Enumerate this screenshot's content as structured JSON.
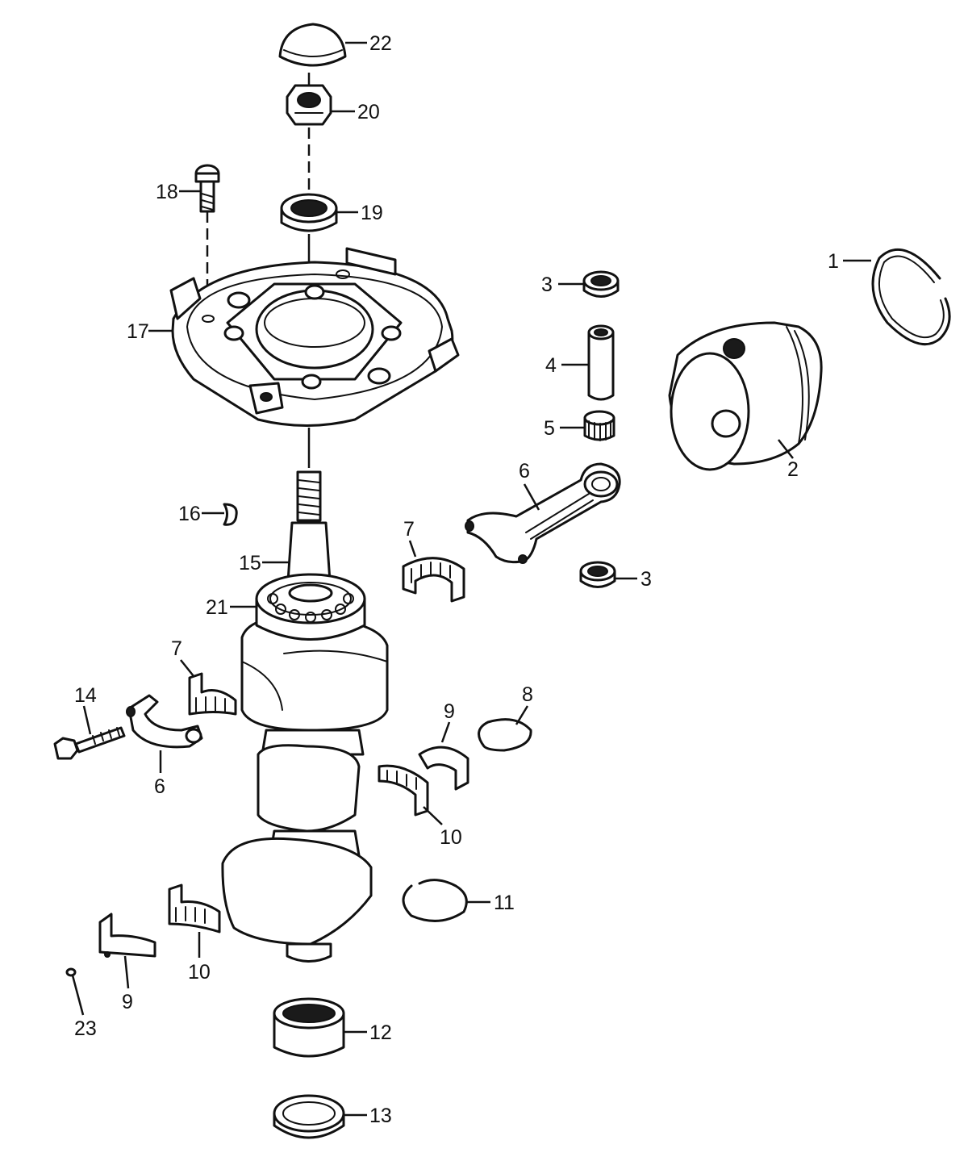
{
  "callouts": [
    {
      "id": "c1",
      "label": "1"
    },
    {
      "id": "c2",
      "label": "2"
    },
    {
      "id": "c3a",
      "label": "3"
    },
    {
      "id": "c3b",
      "label": "3"
    },
    {
      "id": "c4",
      "label": "4"
    },
    {
      "id": "c5",
      "label": "5"
    },
    {
      "id": "c6a",
      "label": "6"
    },
    {
      "id": "c6b",
      "label": "6"
    },
    {
      "id": "c7a",
      "label": "7"
    },
    {
      "id": "c7b",
      "label": "7"
    },
    {
      "id": "c8",
      "label": "8"
    },
    {
      "id": "c9a",
      "label": "9"
    },
    {
      "id": "c9b",
      "label": "9"
    },
    {
      "id": "c10a",
      "label": "10"
    },
    {
      "id": "c10b",
      "label": "10"
    },
    {
      "id": "c11",
      "label": "11"
    },
    {
      "id": "c12",
      "label": "12"
    },
    {
      "id": "c13",
      "label": "13"
    },
    {
      "id": "c14",
      "label": "14"
    },
    {
      "id": "c15",
      "label": "15"
    },
    {
      "id": "c16",
      "label": "16"
    },
    {
      "id": "c17",
      "label": "17"
    },
    {
      "id": "c18",
      "label": "18"
    },
    {
      "id": "c19",
      "label": "19"
    },
    {
      "id": "c20",
      "label": "20"
    },
    {
      "id": "c21",
      "label": "21"
    },
    {
      "id": "c22",
      "label": "22"
    },
    {
      "id": "c23",
      "label": "23"
    }
  ]
}
